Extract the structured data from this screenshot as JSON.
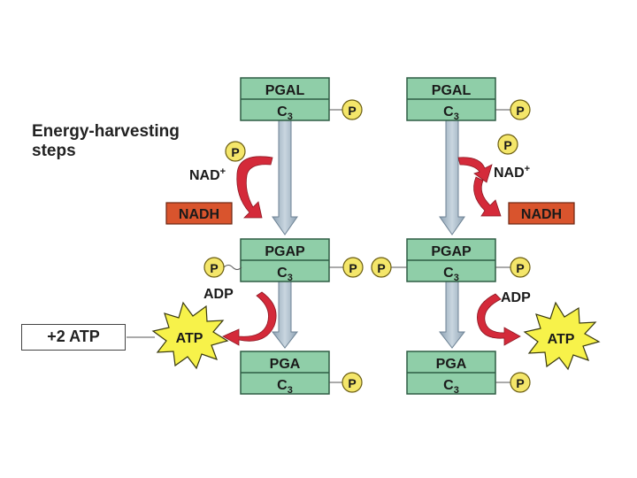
{
  "title": {
    "line1": "Energy-harvesting",
    "line2": "steps"
  },
  "summary": "+2 ATP",
  "molecules": {
    "pgal": "PGAL",
    "pgap": "PGAP",
    "pga": "PGA",
    "carbon": "C",
    "carbon_sub": "3"
  },
  "phosphate": "P",
  "nad": "NAD",
  "nad_sup": "+",
  "nadh": "NADH",
  "adp": "ADP",
  "atp": "ATP",
  "colors": {
    "box_fill": "#8fcea8",
    "box_stroke": "#2f5d44",
    "phosphate_fill": "#f4e66a",
    "nadh_fill": "#d9542d",
    "arrow_red": "#d42a3a",
    "arrow_blue": "#a9bccb",
    "starburst": "#f7f24a"
  }
}
